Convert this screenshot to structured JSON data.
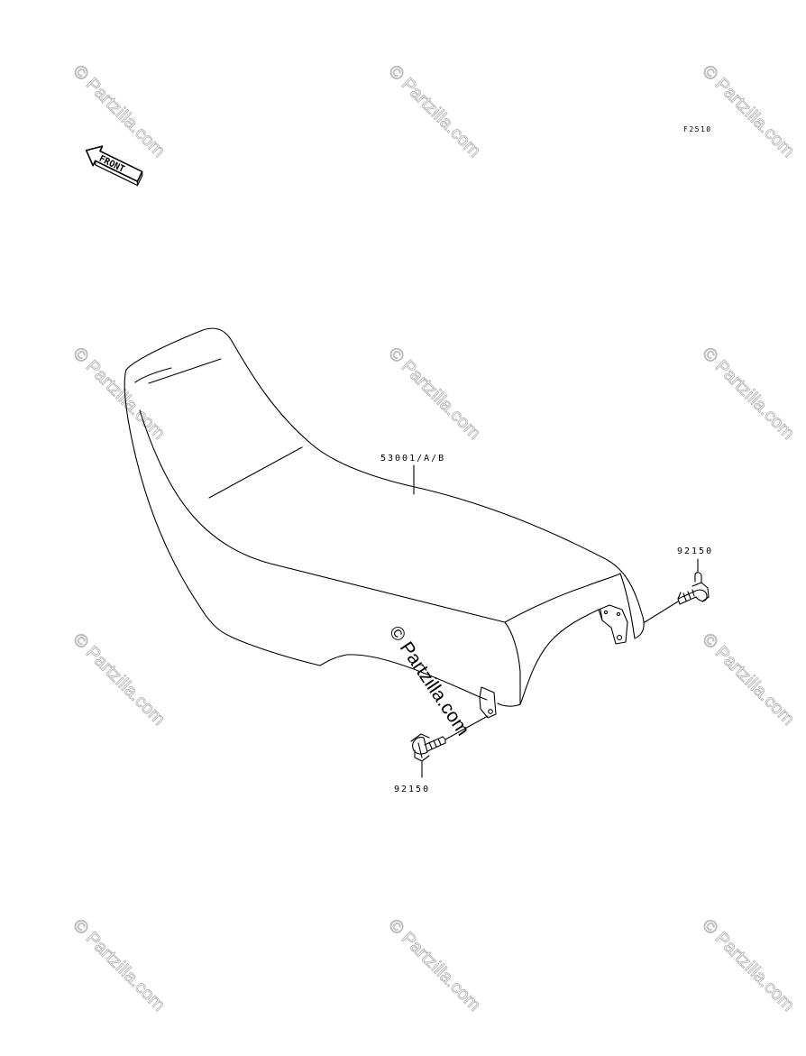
{
  "figure_code": "F2510",
  "front_label": "FRONT",
  "parts": {
    "seat": "53001/A/B",
    "bolt_right": "92150",
    "bolt_left": "92150"
  },
  "watermark": "© Partzilla.com"
}
